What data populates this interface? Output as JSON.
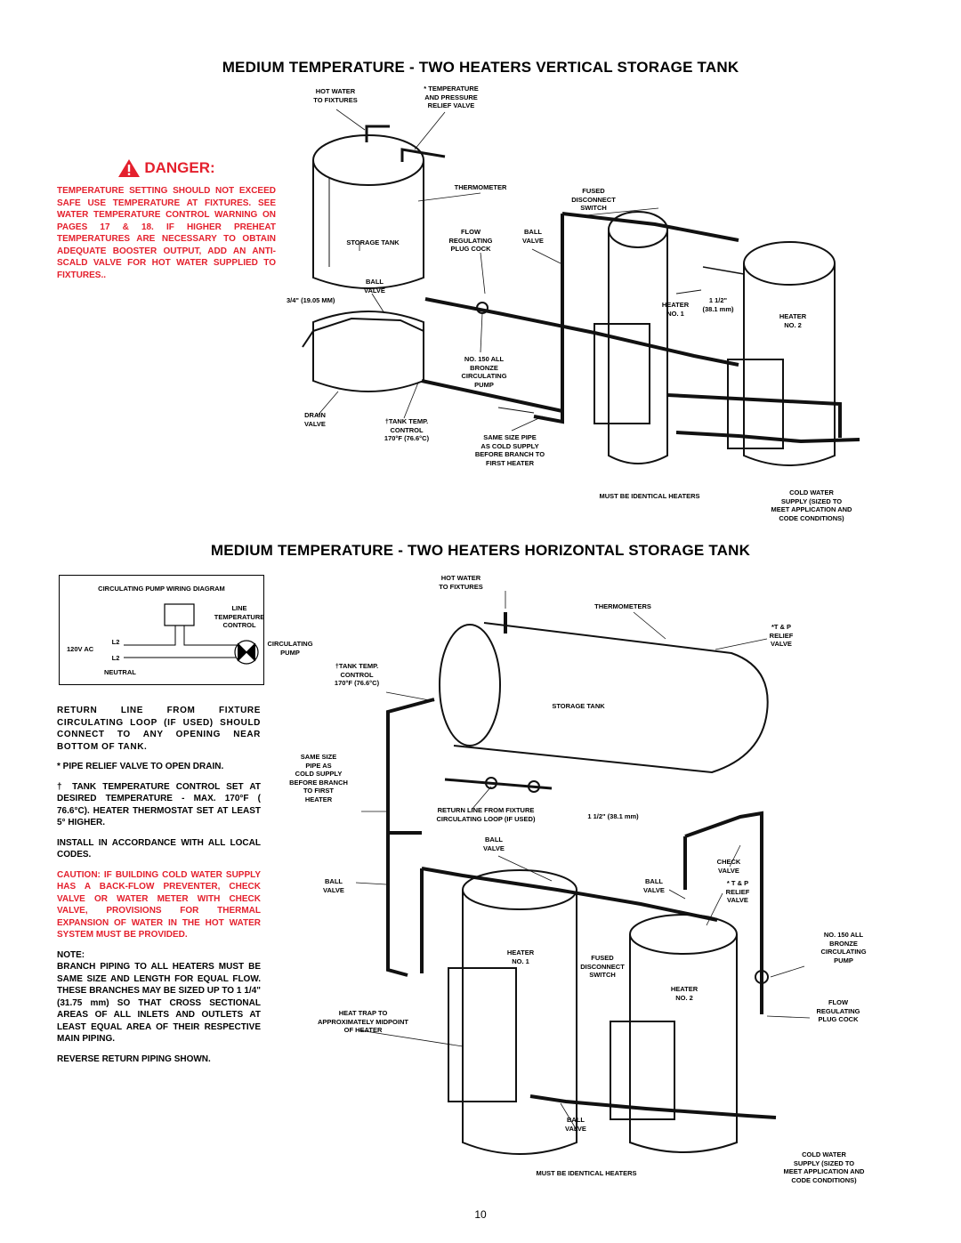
{
  "page": {
    "number": "10"
  },
  "top_section": {
    "title": "MEDIUM TEMPERATURE - TWO HEATERS VERTICAL STORAGE TANK",
    "danger": {
      "heading": "DANGER:",
      "text": "TEMPERATURE SETTING SHOULD NOT EXCEED SAFE USE TEMPERATURE AT FIXTURES. SEE WATER TEMPERATURE CONTROL WARNING ON PAGES 17 & 18. IF HIGHER PREHEAT TEMPERATURES ARE NECESSARY TO OBTAIN ADEQUATE BOOSTER OUTPUT, ADD AN ANTI-SCALD VALVE FOR HOT WATER SUPPLIED TO FIXTURES.."
    },
    "labels": {
      "hot_water": "HOT WATER\nTO FIXTURES",
      "tp_relief": "* TEMPERATURE\nAND PRESSURE\nRELIEF VALVE",
      "thermometer": "THERMOMETER",
      "fused_switch": "FUSED\nDISCONNECT\nSWITCH",
      "storage_tank": "STORAGE TANK",
      "flow_plug": "FLOW\nREGULATING\nPLUG COCK",
      "ball_valve_1": "BALL\nVALVE",
      "ball_valve_2": "BALL\nVALVE",
      "pipe_3_4": "3/4\" (19.05 MM)",
      "heater_1": "HEATER\nNO. 1",
      "pipe_1_1_2": "1 1/2\"\n(38.1 mm)",
      "heater_2": "HEATER\nNO. 2",
      "pump": "NO. 150 ALL\nBRONZE\nCIRCULATING\nPUMP",
      "drain_valve": "DRAIN\nVALVE",
      "tank_temp": "†TANK TEMP.\nCONTROL\n170°F (76.6°C)",
      "same_size": "SAME SIZE PIPE\nAS COLD SUPPLY\nBEFORE BRANCH TO\nFIRST HEATER",
      "identical": "MUST BE IDENTICAL HEATERS",
      "cold_water": "COLD WATER\nSUPPLY (SIZED TO\nMEET APPLICATION AND\nCODE CONDITIONS)"
    }
  },
  "bottom_section": {
    "title": "MEDIUM TEMPERATURE - TWO HEATERS HORIZONTAL STORAGE TANK",
    "wiring": {
      "title": "CIRCULATING PUMP WIRING DIAGRAM",
      "line_control": "LINE\nTEMPERATURE\nCONTROL",
      "l2_top": "L2",
      "voltage": "120V AC",
      "l2_bottom": "L2",
      "neutral": "NEUTRAL",
      "pump": "CIRCULATING\nPUMP"
    },
    "notes": {
      "return_line": "RETURN LINE FROM FIXTURE CIRCULATING LOOP (IF USED) SHOULD CONNECT TO ANY OPENING NEAR BOTTOM OF TANK.",
      "pipe_relief": "* PIPE RELIEF VALVE TO OPEN DRAIN.",
      "tank_control": "† TANK TEMPERATURE CONTROL SET AT DESIRED TEMPERATURE - MAX. 170°F ( 76.6°C). HEATER THERMOSTAT SET AT LEAST 5° HIGHER.",
      "install": "INSTALL IN ACCORDANCE WITH ALL LOCAL CODES.",
      "caution": "CAUTION: IF BUILDING COLD WATER SUPPLY HAS A BACK-FLOW PREVENTER, CHECK VALVE OR WATER METER WITH CHECK VALVE, PROVISIONS FOR THERMAL EXPANSION OF WATER IN THE HOT WATER SYSTEM MUST BE PROVIDED.",
      "note_head": "NOTE:",
      "branch_piping": "BRANCH PIPING TO ALL HEATERS MUST BE SAME SIZE AND LENGTH FOR EQUAL FLOW. THESE BRANCHES MAY BE SIZED UP TO 1 1/4\" (31.75 mm) SO THAT CROSS SECTIONAL AREAS OF ALL INLETS AND OUTLETS AT LEAST EQUAL AREA OF THEIR RESPECTIVE MAIN PIPING.",
      "reverse": "REVERSE RETURN PIPING SHOWN."
    },
    "labels": {
      "hot_water": "HOT WATER\nTO FIXTURES",
      "thermometers": "THERMOMETERS",
      "tp_relief": "*T & P\nRELIEF\nVALVE",
      "tank_temp": "†TANK TEMP.\nCONTROL\n170°F (76.6°C)",
      "storage_tank": "STORAGE TANK",
      "same_size": "SAME SIZE\nPIPE AS\nCOLD SUPPLY\nBEFORE BRANCH\nTO FIRST\nHEATER",
      "return_line": "RETURN LINE FROM FIXTURE\nCIRCULATING LOOP (IF USED)",
      "pipe_1_1_2": "1 1/2\" (38.1 mm)",
      "ball_valve_a": "BALL\nVALVE",
      "check_valve": "CHECK\nVALVE",
      "ball_valve_b": "BALL\nVALVE",
      "ball_valve_c": "BALL\nVALVE",
      "tp_relief_2": "* T & P\nRELIEF\nVALVE",
      "heater_1": "HEATER\nNO. 1",
      "fused_switch": "FUSED\nDISCONNECT\nSWITCH",
      "pump": "NO. 150 ALL\nBRONZE\nCIRCULATING\nPUMP",
      "heater_2": "HEATER\nNO. 2",
      "heat_trap": "HEAT TRAP TO\nAPPROXIMATELY MIDPOINT\nOF HEATER",
      "flow_plug": "FLOW\nREGULATING\nPLUG COCK",
      "ball_valve_d": "BALL\nVALVE",
      "identical": "MUST BE IDENTICAL HEATERS",
      "cold_water": "COLD WATER\nSUPPLY (SIZED TO\nMEET APPLICATION AND\nCODE CONDITIONS)"
    }
  }
}
